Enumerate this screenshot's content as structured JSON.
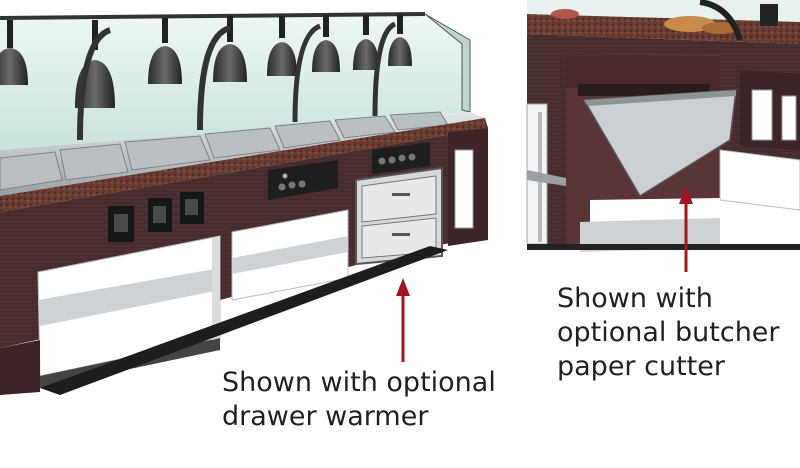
{
  "captions": {
    "left": {
      "line1": "Shown with optional",
      "line2": "drawer warmer"
    },
    "right": {
      "line1": "Shown with",
      "line2": "optional butcher",
      "line3": "paper cutter"
    }
  },
  "colors": {
    "cabinet": "#4a2e30",
    "counter": "#6b3c32",
    "arrow": "#a3141f",
    "metal": "#c9cdd0",
    "glass": "#d8ece6"
  }
}
